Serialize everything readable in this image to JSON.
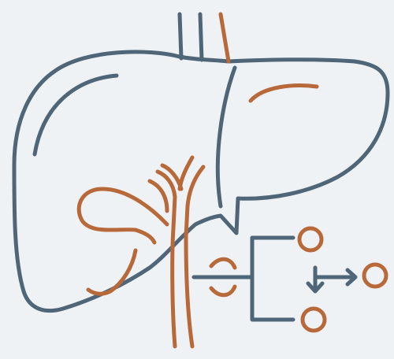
{
  "title": "",
  "colors": {
    "background": "#eef2f5",
    "primary": "#4f6678",
    "accent": "#b8693a"
  },
  "icons": {
    "liver": "liver-icon",
    "vessels": "hepatic-vessels-icon",
    "gallbladder": "gallbladder-icon",
    "bile_duct": "bile-duct-icon",
    "branch": "branching-connector-icon",
    "nodes": "circle-node-icon",
    "arrow": "down-right-arrow-icon"
  },
  "nodes": [
    {
      "id": "top-node"
    },
    {
      "id": "right-node"
    },
    {
      "id": "bottom-node"
    }
  ]
}
